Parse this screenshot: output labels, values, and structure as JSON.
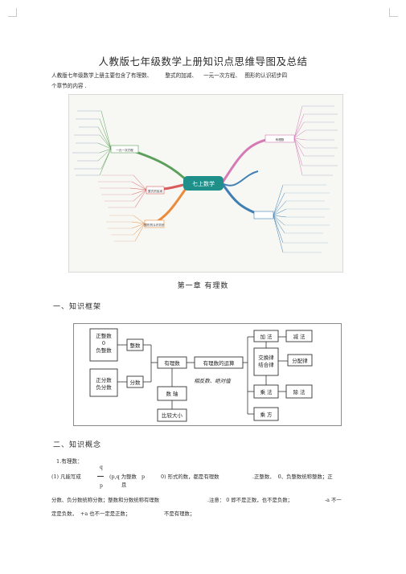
{
  "title": "人教版七年级数学上册知识点思维导图及总结",
  "intro": {
    "line1_a": "人教版七年级数学上册主要包含了有理数、",
    "line1_b": "整式的加减、",
    "line1_c": "一元一次方程、",
    "line1_d": "图形的认识初步四",
    "line2": "个章节的内容 ."
  },
  "mindmap": {
    "center": "七上数学",
    "branches": {
      "rational": "有理数",
      "expressions": "整式的加减",
      "equation": "一元一次方程",
      "geometry": "图形的认识初步"
    },
    "colors": {
      "center": "#1f8f8a",
      "orange": "#e98b3a",
      "red": "#d95b5b",
      "green": "#5aa05a",
      "blue": "#3f7fb3",
      "pink": "#d47bb5"
    }
  },
  "chapter_title": "第一章   有理数",
  "section1": "一、知识框架",
  "framework": {
    "nodes": {
      "positive_zero_negative": "正整数\n0\n负整数",
      "fractions": "正分数\n负分数",
      "integers": "整数",
      "fraction": "分数",
      "rational": "有理数",
      "operations": "有理数的运算",
      "number_line": "数  轴",
      "compare": "比较大小",
      "opposite": "相反数、绝对值",
      "add": "加  法",
      "subtract": "减  法",
      "laws": "交换律\n结合律",
      "distributive": "分配律",
      "multiply": "乘  法",
      "divide": "除  法",
      "power": "乘  方"
    }
  },
  "section2": "二、知识概念",
  "concept1_title": "1.有理数：",
  "concept1": {
    "line1_a": "(1) 凡能写成",
    "frac_num": "q",
    "frac_den": "p",
    "line1_b": "(p,q 为整数   p",
    "line1_c": "0) 形式的数，都是有理数",
    "line1_d": ".正整数、  0、负整数统称整数；正",
    "line1_e": "且",
    "line2_a": "分数、负分数统称分数；整数和分数统称有理数",
    "line2_b": ".注意： 0 即不是正数，也不是负数；",
    "line2_c": "-a 不一",
    "line3_a": "定是负数，  +a 也不一定是正数；",
    "line3_b": "不是有理数；"
  }
}
